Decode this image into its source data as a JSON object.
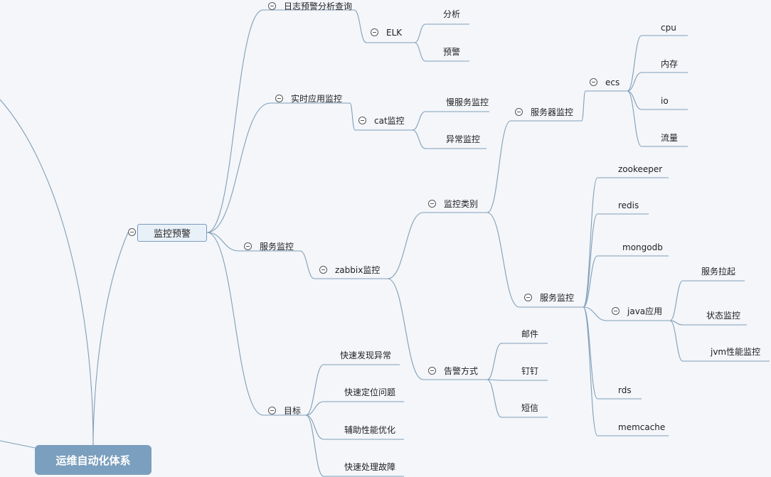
{
  "mindmap": {
    "root": "运维自动化体系",
    "branch": "监控预警",
    "topics": [
      {
        "id": "log",
        "label": "日志预警分析查询"
      },
      {
        "id": "elk",
        "label": "ELK"
      },
      {
        "id": "elk_analysis",
        "label": "分析"
      },
      {
        "id": "elk_alert",
        "label": "预警"
      },
      {
        "id": "realtime",
        "label": "实时应用监控"
      },
      {
        "id": "cat",
        "label": "cat监控"
      },
      {
        "id": "slow",
        "label": "慢服务监控"
      },
      {
        "id": "exception",
        "label": "异常监控"
      },
      {
        "id": "service",
        "label": "服务监控"
      },
      {
        "id": "zabbix",
        "label": "zabbix监控"
      },
      {
        "id": "category",
        "label": "监控类别"
      },
      {
        "id": "server",
        "label": "服务器监控"
      },
      {
        "id": "ecs",
        "label": "ecs"
      },
      {
        "id": "cpu",
        "label": "cpu"
      },
      {
        "id": "mem",
        "label": "内存"
      },
      {
        "id": "io",
        "label": "io"
      },
      {
        "id": "traffic",
        "label": "流量"
      },
      {
        "id": "svc",
        "label": "服务监控"
      },
      {
        "id": "zookeeper",
        "label": "zookeeper"
      },
      {
        "id": "redis",
        "label": "redis"
      },
      {
        "id": "mongodb",
        "label": "mongodb"
      },
      {
        "id": "java",
        "label": "java应用"
      },
      {
        "id": "start",
        "label": "服务拉起"
      },
      {
        "id": "status",
        "label": "状态监控"
      },
      {
        "id": "jvm",
        "label": "jvm性能监控"
      },
      {
        "id": "rds",
        "label": "rds"
      },
      {
        "id": "memcache",
        "label": "memcache"
      },
      {
        "id": "alarm",
        "label": "告警方式"
      },
      {
        "id": "mail",
        "label": "邮件"
      },
      {
        "id": "dingtalk",
        "label": "钉钉"
      },
      {
        "id": "sms",
        "label": "短信"
      },
      {
        "id": "goal",
        "label": "目标"
      },
      {
        "id": "g1",
        "label": "快速发现异常"
      },
      {
        "id": "g2",
        "label": "快速定位问题"
      },
      {
        "id": "g3",
        "label": "辅助性能优化"
      },
      {
        "id": "g4",
        "label": "快速处理故障"
      }
    ]
  }
}
